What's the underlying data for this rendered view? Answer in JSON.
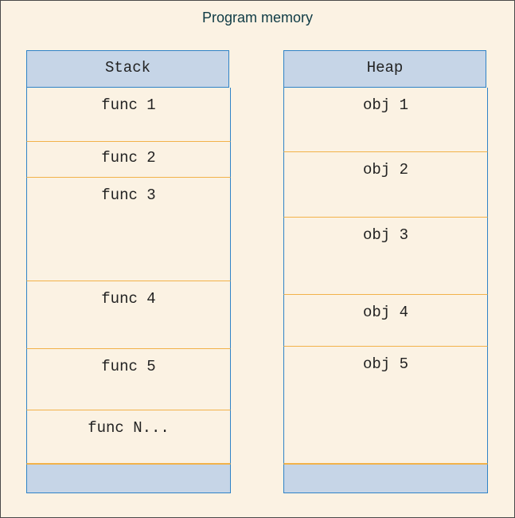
{
  "title": "Program memory",
  "stack": {
    "header": "Stack",
    "items": [
      "func 1",
      "func 2",
      "func 3",
      "func 4",
      "func 5",
      "func N..."
    ]
  },
  "heap": {
    "header": "Heap",
    "items": [
      "obj 1",
      "obj 2",
      "obj 3",
      "obj 4",
      "obj 5"
    ]
  }
}
